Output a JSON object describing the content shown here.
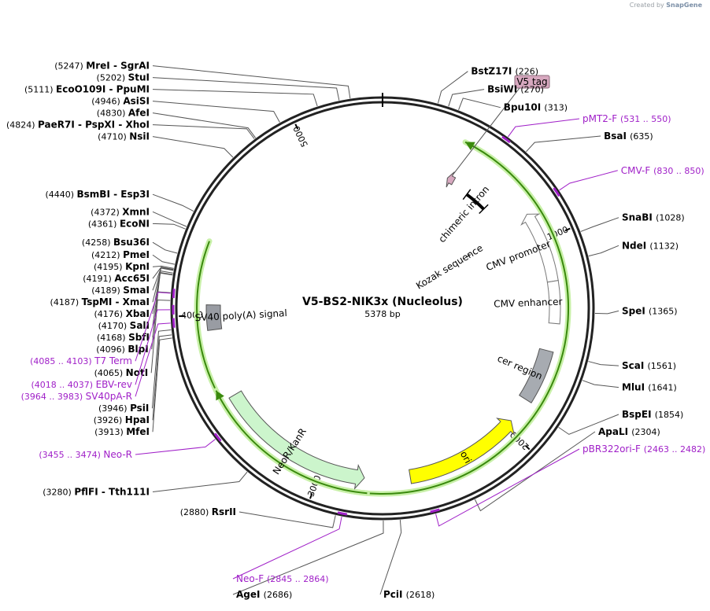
{
  "credit": {
    "prefix": "Created by",
    "brand": "SnapGene"
  },
  "plasmid": {
    "name": "V5-BS2-NIK3x (Nucleolus)",
    "length_label": "5378 bp",
    "length": 5378
  },
  "ticks": [
    {
      "pos": 1000,
      "label": "1000"
    },
    {
      "pos": 2000,
      "label": "2000"
    },
    {
      "pos": 3000,
      "label": "3000"
    },
    {
      "pos": 4000,
      "label": "4000"
    },
    {
      "pos": 5000,
      "label": "5000"
    }
  ],
  "sites": [
    {
      "name": "BstZ17I",
      "pos_label": "(226)",
      "pos": 226,
      "side": "right"
    },
    {
      "name": "BsiWI",
      "pos_label": "(270)",
      "pos": 270,
      "side": "right"
    },
    {
      "name": "Bpu10I",
      "pos_label": "(313)",
      "pos": 313,
      "side": "right"
    },
    {
      "name": "BsaI",
      "pos_label": "(635)",
      "pos": 635,
      "side": "right"
    },
    {
      "name": "SnaBI",
      "pos_label": "(1028)",
      "pos": 1028,
      "side": "right"
    },
    {
      "name": "NdeI",
      "pos_label": "(1132)",
      "pos": 1132,
      "side": "right"
    },
    {
      "name": "SpeI",
      "pos_label": "(1365)",
      "pos": 1365,
      "side": "right"
    },
    {
      "name": "ScaI",
      "pos_label": "(1561)",
      "pos": 1561,
      "side": "right"
    },
    {
      "name": "MluI",
      "pos_label": "(1641)",
      "pos": 1641,
      "side": "right"
    },
    {
      "name": "BspEI",
      "pos_label": "(1854)",
      "pos": 1854,
      "side": "right"
    },
    {
      "name": "ApaLI",
      "pos_label": "(2304)",
      "pos": 2304,
      "side": "right"
    },
    {
      "name": "PciI",
      "pos_label": "(2618)",
      "pos": 2618,
      "side": "right"
    },
    {
      "name": "AgeI",
      "pos_label": "(2686)",
      "pos": 2686,
      "side": "right"
    },
    {
      "name": "RsrII",
      "pos_label": "(2880)",
      "pos": 2880,
      "side": "left"
    },
    {
      "name": "PflFI  -  Tth111I",
      "pos_label": "(3280)",
      "pos": 3280,
      "side": "left"
    },
    {
      "name": "MfeI",
      "pos_label": "(3913)",
      "pos": 3913,
      "side": "left"
    },
    {
      "name": "HpaI",
      "pos_label": "(3926)",
      "pos": 3926,
      "side": "left"
    },
    {
      "name": "PsiI",
      "pos_label": "(3946)",
      "pos": 3946,
      "side": "left"
    },
    {
      "name": "NotI",
      "pos_label": "(4065)",
      "pos": 4065,
      "side": "left"
    },
    {
      "name": "BlpI",
      "pos_label": "(4096)",
      "pos": 4096,
      "side": "left"
    },
    {
      "name": "SbfI",
      "pos_label": "(4168)",
      "pos": 4168,
      "side": "left"
    },
    {
      "name": "SalI",
      "pos_label": "(4170)",
      "pos": 4170,
      "side": "left"
    },
    {
      "name": "XbaI",
      "pos_label": "(4176)",
      "pos": 4176,
      "side": "left"
    },
    {
      "name": "TspMI  -  XmaI",
      "pos_label": "(4187)",
      "pos": 4187,
      "side": "left"
    },
    {
      "name": "SmaI",
      "pos_label": "(4189)",
      "pos": 4189,
      "side": "left"
    },
    {
      "name": "Acc65I",
      "pos_label": "(4191)",
      "pos": 4191,
      "side": "left"
    },
    {
      "name": "KpnI",
      "pos_label": "(4195)",
      "pos": 4195,
      "side": "left"
    },
    {
      "name": "PmeI",
      "pos_label": "(4212)",
      "pos": 4212,
      "side": "left"
    },
    {
      "name": "Bsu36I",
      "pos_label": "(4258)",
      "pos": 4258,
      "side": "left"
    },
    {
      "name": "EcoNI",
      "pos_label": "(4361)",
      "pos": 4361,
      "side": "left"
    },
    {
      "name": "XmnI",
      "pos_label": "(4372)",
      "pos": 4372,
      "side": "left"
    },
    {
      "name": "BsmBI  -  Esp3I",
      "pos_label": "(4440)",
      "pos": 4440,
      "side": "left"
    },
    {
      "name": "NsiI",
      "pos_label": "(4710)",
      "pos": 4710,
      "side": "left"
    },
    {
      "name": "PaeR7I  -  PspXI  -  XhoI",
      "pos_label": "(4824)",
      "pos": 4824,
      "side": "left"
    },
    {
      "name": "AfeI",
      "pos_label": "(4830)",
      "pos": 4830,
      "side": "left"
    },
    {
      "name": "AsiSI",
      "pos_label": "(4946)",
      "pos": 4946,
      "side": "left"
    },
    {
      "name": "EcoO109I  -  PpuMI",
      "pos_label": "(5111)",
      "pos": 5111,
      "side": "left"
    },
    {
      "name": "StuI",
      "pos_label": "(5202)",
      "pos": 5202,
      "side": "left"
    },
    {
      "name": "MreI  -  SgrAI",
      "pos_label": "(5247)",
      "pos": 5247,
      "side": "left"
    }
  ],
  "primers": [
    {
      "name": "pMT2-F",
      "range": "(531 .. 550)",
      "start": 531,
      "end": 550,
      "side": "right"
    },
    {
      "name": "CMV-F",
      "range": "(830 .. 850)",
      "start": 830,
      "end": 850,
      "side": "right"
    },
    {
      "name": "pBR322ori-F",
      "range": "(2463 .. 2482)",
      "start": 2463,
      "end": 2482,
      "side": "right"
    },
    {
      "name": "Neo-F",
      "range": "(2845 .. 2864)",
      "start": 2845,
      "end": 2864,
      "side": "left"
    },
    {
      "name": "Neo-R",
      "range": "(3455 .. 3474)",
      "start": 3455,
      "end": 3474,
      "side": "left"
    },
    {
      "name": "SV40pA-R",
      "range": "(3964 .. 3983)",
      "start": 3964,
      "end": 3983,
      "side": "left"
    },
    {
      "name": "EBV-rev",
      "range": "(4018 .. 4037)",
      "start": 4018,
      "end": 4037,
      "side": "left"
    },
    {
      "name": "T7 Term",
      "range": "(4085 .. 4103)",
      "start": 4085,
      "end": 4103,
      "side": "left"
    }
  ],
  "features": [
    {
      "name": "V5 tag",
      "start": 395,
      "end": 436,
      "kind": "tag",
      "color": "#d7a8bf"
    },
    {
      "name": "chimeric intron",
      "start": 545,
      "end": 680,
      "kind": "intron",
      "color": "#000000"
    },
    {
      "name": "Kozak sequence",
      "start": 870,
      "end": 880,
      "kind": "kozak",
      "color": "#555555"
    },
    {
      "name": "CMV promoter",
      "start": 850,
      "end": 1210,
      "kind": "promoter",
      "color": "#ffffff"
    },
    {
      "name": "CMV enhancer",
      "start": 1210,
      "end": 1420,
      "kind": "enhancer",
      "color": "#ffffff"
    },
    {
      "name": "cer region",
      "start": 1560,
      "end": 1830,
      "kind": "misc",
      "color": "#a7abb1"
    },
    {
      "name": "ori",
      "start": 1960,
      "end": 2550,
      "kind": "ori",
      "color": "#ffff00"
    },
    {
      "name": "NeoR/KanR",
      "start": 2780,
      "end": 3580,
      "kind": "cds",
      "color": "#ccf5cc"
    },
    {
      "name": "SV40 poly(A) signal",
      "start": 3925,
      "end": 4050,
      "kind": "polyA",
      "color": "#999ca3"
    }
  ],
  "orfs": [
    {
      "start": 395,
      "end": 4350,
      "direction": "reverse",
      "color": "#3a8a0d"
    },
    {
      "start": 2760,
      "end": 3640,
      "direction": "forward",
      "color": "#3a8a0d"
    }
  ],
  "colors": {
    "backbone": "#222222",
    "primer": "#a020c8",
    "leader": "#555555",
    "label": "#000000"
  }
}
